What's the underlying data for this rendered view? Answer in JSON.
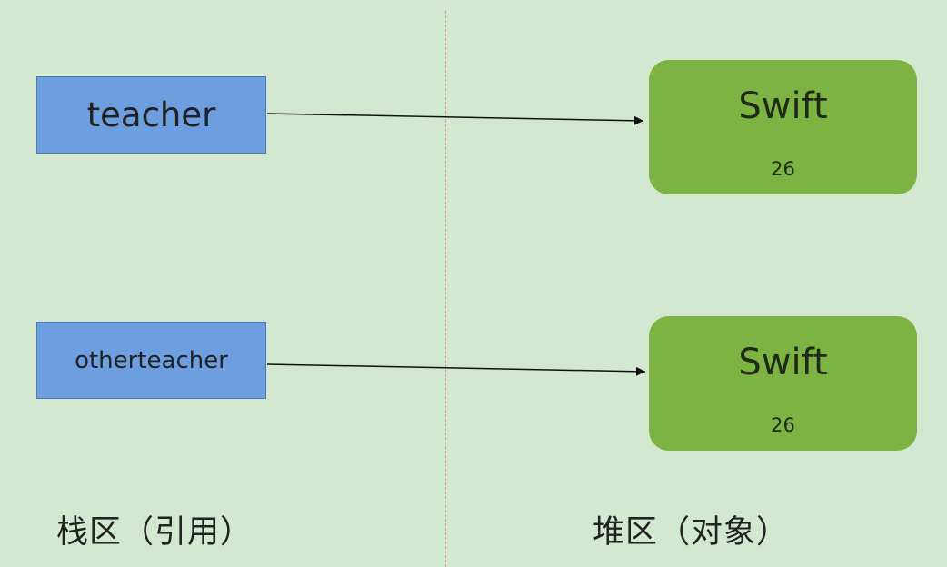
{
  "stack": {
    "refs": [
      {
        "label": "teacher"
      },
      {
        "label": "otherteacher"
      }
    ],
    "caption": "栈区（引用）"
  },
  "heap": {
    "objects": [
      {
        "name": "Swift",
        "value": "26"
      },
      {
        "name": "Swift",
        "value": "26"
      }
    ],
    "caption": "堆区（对象）"
  },
  "colors": {
    "background": "#d3e8d0",
    "ref_box": "#6d9ee0",
    "object_box": "#7cb342",
    "divider": "#e79a6a"
  }
}
